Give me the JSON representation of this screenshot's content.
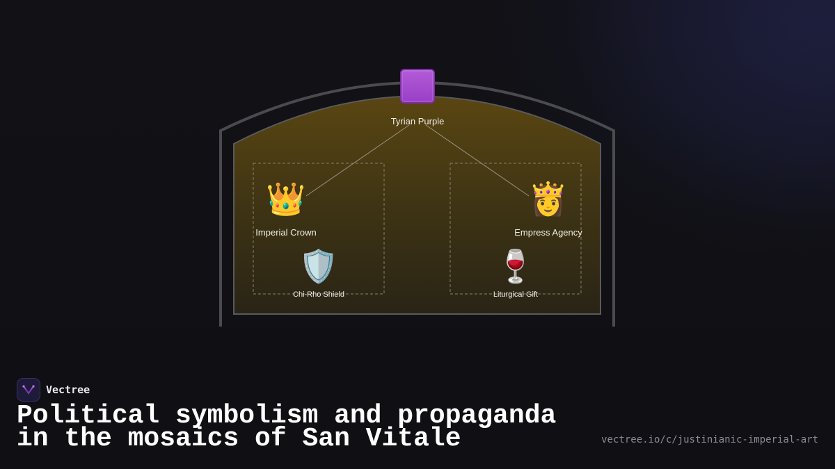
{
  "diagram": {
    "root": {
      "label": "Tyrian Purple",
      "icon": "purple-square-icon"
    },
    "left": {
      "label": "Imperial Crown",
      "icon": "crown-icon",
      "glyph": "👑"
    },
    "right": {
      "label": "Empress Agency",
      "icon": "princess-icon",
      "glyph": "👸"
    },
    "left_child": {
      "label": "Chi-Rho Shield",
      "icon": "shield-icon",
      "glyph": "🛡️"
    },
    "right_child": {
      "label": "Liturgical Gift",
      "icon": "wine-glass-icon",
      "glyph": "🍷"
    },
    "colors": {
      "apse_fill_top": "#5a4612",
      "apse_fill_bottom": "#2a2416",
      "arch_stroke": "#4a4a50",
      "connector": "#9a9488",
      "purple": "#a24cd0"
    }
  },
  "brand": {
    "name": "Vectree",
    "icon": "vectree-logo-icon"
  },
  "title": "Political symbolism and propaganda in the mosaics of San Vitale",
  "url": "vectree.io/c/justinianic-imperial-art"
}
